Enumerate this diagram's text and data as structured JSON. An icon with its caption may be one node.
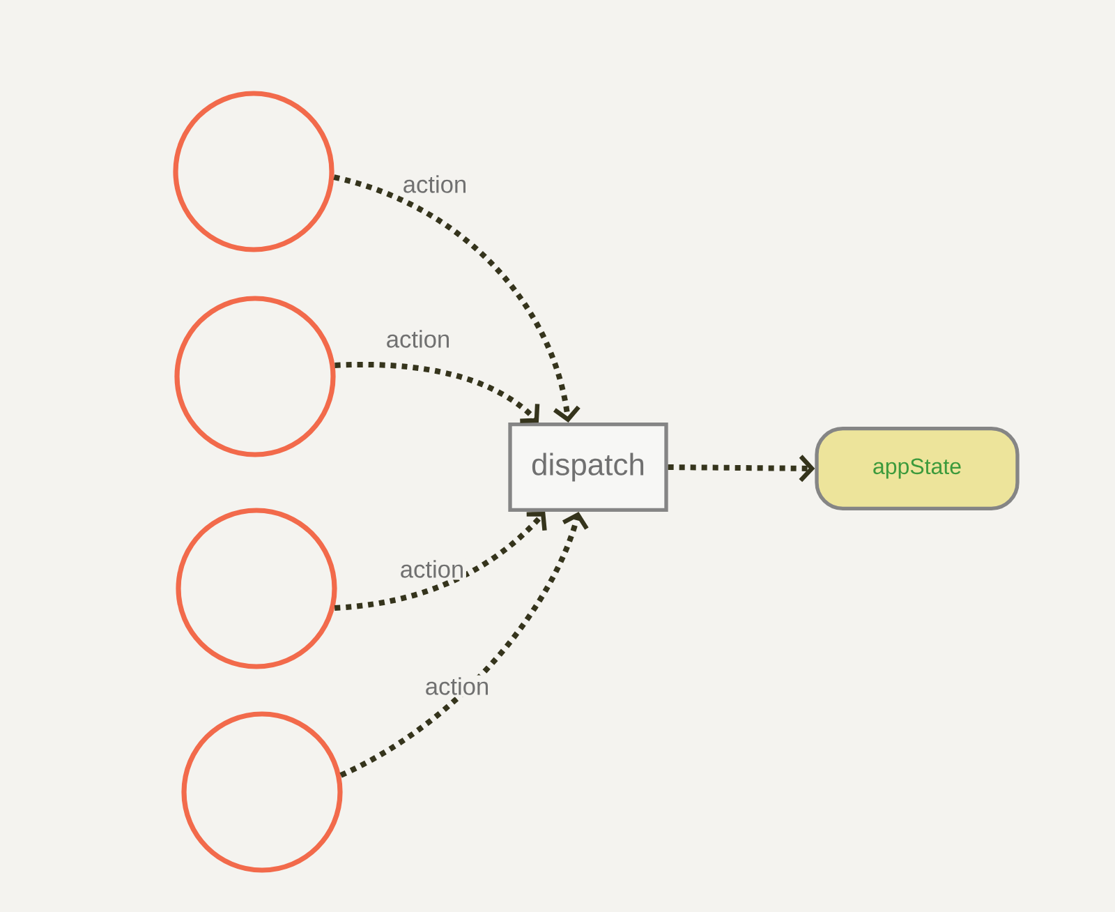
{
  "diagram": {
    "nodes": [
      {
        "text": [],
        "shape": "circle"
      },
      {
        "text": [],
        "shape": "circle"
      },
      {
        "text": [],
        "shape": "circle"
      },
      {
        "text": [],
        "shape": "circle"
      },
      {
        "text": [
          "dispatch"
        ]
      },
      {
        "text": [
          "appState"
        ]
      }
    ],
    "edges": [
      {
        "from": 0,
        "to": 4,
        "arrow": "to",
        "label": "action"
      },
      {
        "from": 1,
        "to": 4,
        "arrow": "to",
        "label": "action"
      },
      {
        "from": 2,
        "to": 4,
        "arrow": "to",
        "label": "action"
      },
      {
        "from": 3,
        "to": 4,
        "arrow": "to",
        "label": "action"
      },
      {
        "from": 4,
        "to": 5,
        "arrow": "to"
      }
    ]
  }
}
